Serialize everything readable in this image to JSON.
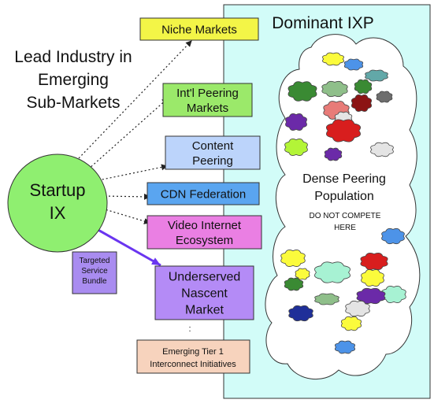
{
  "heading": {
    "lines": [
      "Lead Industry in",
      "Emerging",
      "Sub-Markets"
    ]
  },
  "startup": {
    "lines": [
      "Startup",
      "IX"
    ],
    "fill": "#8fef70"
  },
  "targeted_note": {
    "lines": [
      "Targeted",
      "Service",
      "Bundle"
    ],
    "fill": "#a98cf0"
  },
  "markets": [
    {
      "lines": [
        "Niche Markets"
      ],
      "fill": "#f3f547"
    },
    {
      "lines": [
        "Int'l Peering",
        "Markets"
      ],
      "fill": "#9be96a"
    },
    {
      "lines": [
        "Content",
        "Peering"
      ],
      "fill": "#bcd4fb"
    },
    {
      "lines": [
        "CDN Federation"
      ],
      "fill": "#5aa5f0"
    },
    {
      "lines": [
        "Video Internet",
        "Ecosystem"
      ],
      "fill": "#ea7fe3"
    },
    {
      "lines": [
        "Underserved",
        "Nascent",
        "Market"
      ],
      "fill": "#b48bf6"
    }
  ],
  "continuation": ":",
  "tier1": {
    "lines": [
      "Emerging Tier 1",
      "Interconnect Initiatives"
    ],
    "fill": "#f7d3bd"
  },
  "dominant": {
    "title": "Dominant IXP",
    "fill": "#d2fcf8",
    "population_lines": [
      "Dense Peering",
      "Population"
    ],
    "warning_lines": [
      "DO NOT COMPETE",
      "HERE"
    ]
  },
  "colors": {
    "dotted_arrow": "#222222",
    "solid_arrow": "#6a35f0"
  },
  "clouds": [
    {
      "name": "yellow-cloud",
      "fill": "#fbfb3c"
    },
    {
      "name": "green-cloud",
      "fill": "#3a8a33"
    },
    {
      "name": "blue-cloud",
      "fill": "#4d93e8"
    },
    {
      "name": "sage-cloud",
      "fill": "#8fbf8a"
    },
    {
      "name": "teal-cloud",
      "fill": "#62a8a8"
    },
    {
      "name": "purple-cloud",
      "fill": "#6b2aa8"
    },
    {
      "name": "maroon-cloud",
      "fill": "#8c1414"
    },
    {
      "name": "gray-cloud",
      "fill": "#6d6d6d"
    },
    {
      "name": "lime-cloud",
      "fill": "#b3f537"
    },
    {
      "name": "salmon-cloud",
      "fill": "#e87b78"
    },
    {
      "name": "silver-cloud",
      "fill": "#e4e4e4"
    },
    {
      "name": "red-cloud",
      "fill": "#d81e1e"
    },
    {
      "name": "mint-cloud",
      "fill": "#a7f2d3"
    },
    {
      "name": "navy-cloud",
      "fill": "#1f2f99"
    }
  ]
}
